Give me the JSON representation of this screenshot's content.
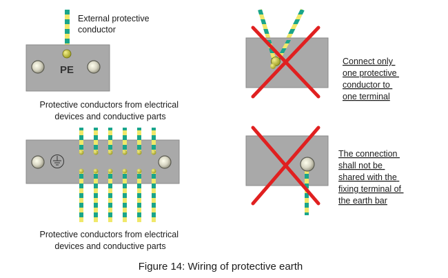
{
  "labels": {
    "external_conductor": [
      "External protective",
      "conductor"
    ],
    "pe_mark": "PE",
    "top_devices": [
      "Protective conductors from electrical",
      "devices and conductive parts"
    ],
    "bottom_devices": [
      "Protective conductors from electrical",
      "devices and conductive parts"
    ],
    "connect_only": [
      "Connect only",
      "one protective",
      "conductor to",
      "one terminal"
    ],
    "not_shared": [
      "The connection",
      "shall not be",
      "shared with the",
      "fixing terminal of",
      "the earth bar"
    ]
  },
  "caption": "Figure 14: Wiring of protective earth",
  "colors": {
    "bar_fill": "#a9a9a9",
    "bar_edge": "#8a8a8a",
    "wire_green": "#1aa58a",
    "wire_yellow": "#f0e86a",
    "terminal": "#b5b533",
    "cross": "#e02020"
  },
  "icons": {
    "earth_symbol": "protective-earth-icon",
    "cross": "cross-icon"
  }
}
